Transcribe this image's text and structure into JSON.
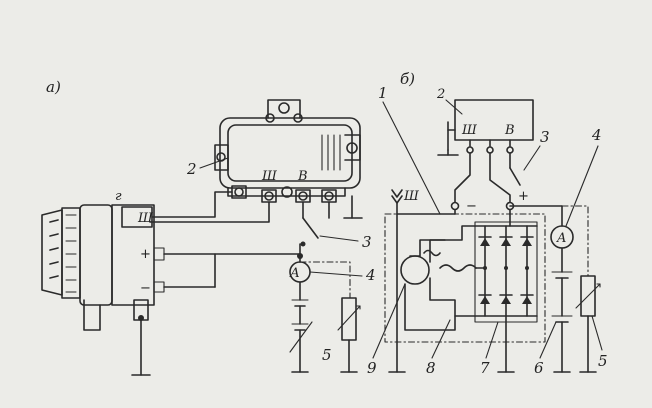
{
  "panels": {
    "a": {
      "label": "а)"
    },
    "b": {
      "label": "б)"
    }
  },
  "panel_a": {
    "generator_mark": "г",
    "field_terminal": "Ш",
    "plus_terminal": "+",
    "minus_terminal": "−",
    "regulator_number": "2",
    "regulator_sh": "Ш",
    "regulator_v": "В",
    "switch_number": "3",
    "ammeter_symbol": "A",
    "ammeter_number": "4",
    "load_number": "5"
  },
  "panel_b": {
    "generator_number": "1",
    "regulator_number": "2",
    "regulator_sh": "Ш",
    "regulator_v": "В",
    "field_terminal": "Ш",
    "minus_sign": "−",
    "plus_sign": "+",
    "switch_number": "3",
    "ammeter_symbol": "A",
    "ammeter_number": "4",
    "load_number": "5",
    "battery_number": "6",
    "rectifier_number": "7",
    "stator_number": "8",
    "rotor_number": "9"
  }
}
